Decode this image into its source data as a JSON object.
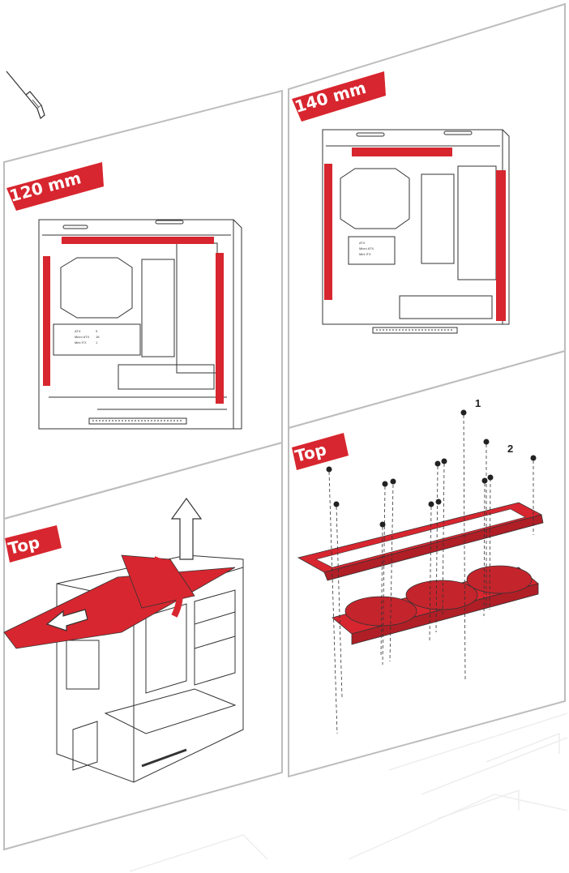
{
  "colors": {
    "accent": "#d7262f",
    "panel_border": "#bdbdbd",
    "line": "#333333",
    "background": "#ffffff"
  },
  "panels": {
    "p120": {
      "tag": "120 mm"
    },
    "p140": {
      "tag": "140 mm"
    },
    "top_remove": {
      "tag": "Top"
    },
    "top_mount": {
      "tag": "Top",
      "step1": "1",
      "step2": "2"
    }
  },
  "case_labels": {
    "atx": "ATX",
    "matx": "Micro ATX",
    "itx": "Mini ITX",
    "n1": "9",
    "n2": "18",
    "n3": "1"
  },
  "icons": [
    "screwdriver-icon",
    "arrow-up-icon",
    "arrow-left-icon"
  ]
}
